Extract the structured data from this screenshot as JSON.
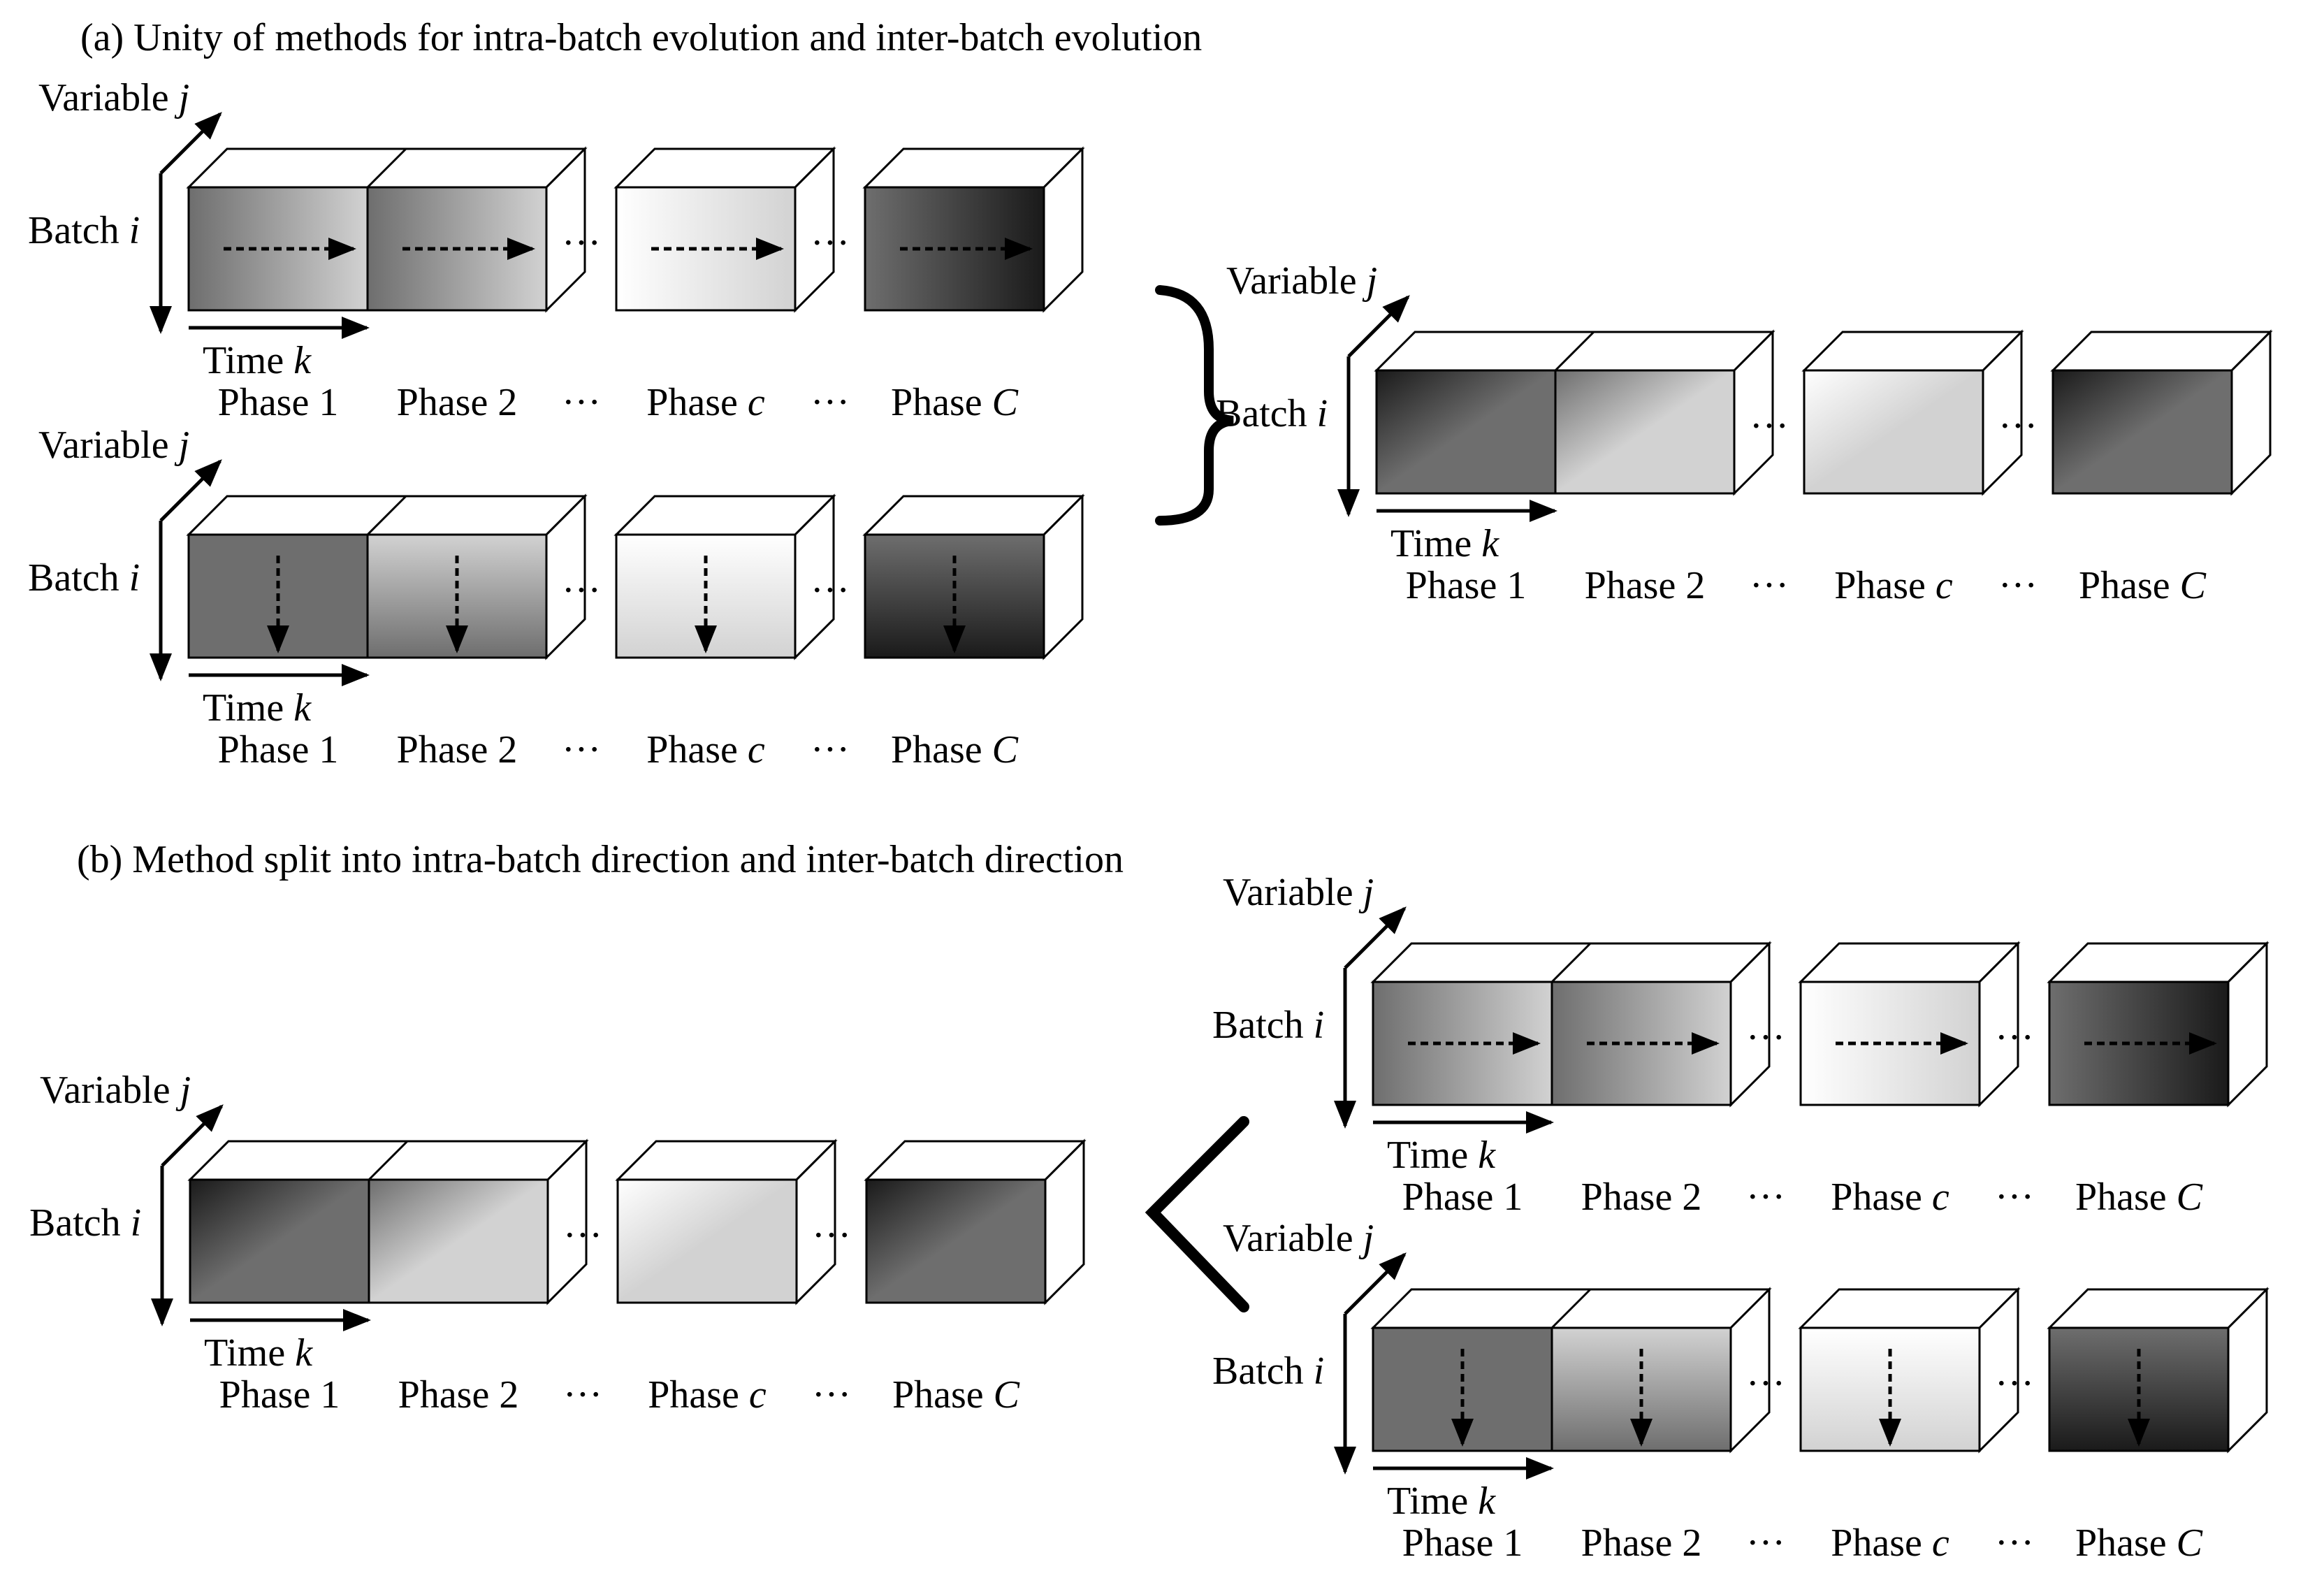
{
  "section_a": {
    "title": "(a) Unity of methods for intra-batch evolution and inter-batch evolution"
  },
  "section_b": {
    "title": "(b) Method split into intra-batch direction and inter-batch direction"
  },
  "axes": {
    "variable": "Variable",
    "variable_sym": "j",
    "batch": "Batch",
    "batch_sym": "i",
    "time": "Time",
    "time_sym": "k"
  },
  "phases": {
    "p1": "Phase 1",
    "p2": "Phase 2",
    "pc_word": "Phase",
    "pc_sym": "c",
    "pC_sym": "C",
    "ellipsis": "···"
  },
  "colors": {
    "dark": "#1a1a1a",
    "mid": "#6e6e6e",
    "light": "#d2d2d2",
    "white": "#ffffff"
  },
  "diagrams": [
    {
      "id": "a-intra",
      "shading": "horizontal",
      "arrows": "horizontal"
    },
    {
      "id": "a-inter",
      "shading": "vertical",
      "arrows": "vertical"
    },
    {
      "id": "a-unified",
      "shading": "diagonal",
      "arrows": "none"
    },
    {
      "id": "b-unified",
      "shading": "diagonal",
      "arrows": "none"
    },
    {
      "id": "b-intra",
      "shading": "horizontal",
      "arrows": "horizontal"
    },
    {
      "id": "b-inter",
      "shading": "vertical",
      "arrows": "vertical"
    }
  ],
  "connectors": {
    "a": "brace",
    "b": "angle"
  }
}
